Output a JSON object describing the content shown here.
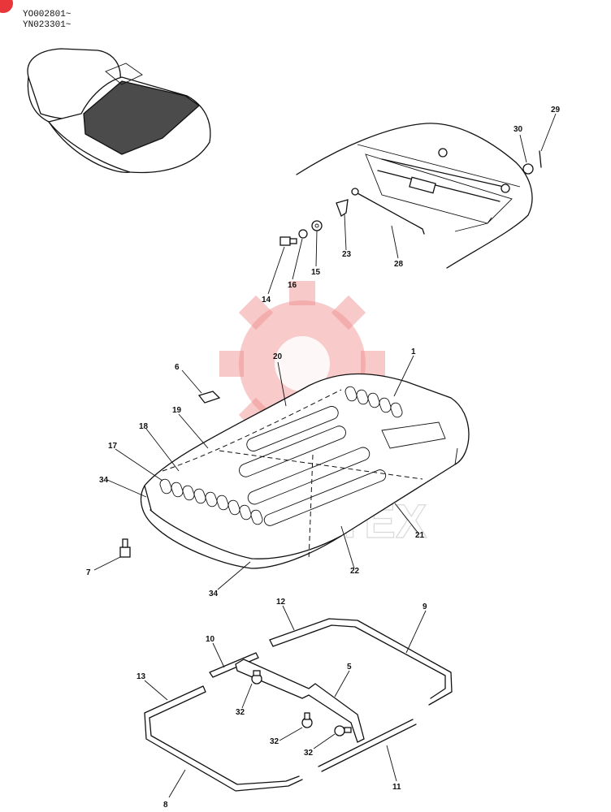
{
  "corner_badge": {
    "text": "",
    "color": "#e8363a"
  },
  "serial_ranges": [
    "YO002801~",
    "YN023301~"
  ],
  "watermark": {
    "text": "WHITEX",
    "color": "#f08a8a",
    "icon": "gear-logo"
  },
  "callouts": [
    {
      "id": "c1",
      "label": "1"
    },
    {
      "id": "c5",
      "label": "5"
    },
    {
      "id": "c6",
      "label": "6"
    },
    {
      "id": "c7",
      "label": "7"
    },
    {
      "id": "c8",
      "label": "8"
    },
    {
      "id": "c9",
      "label": "9"
    },
    {
      "id": "c10",
      "label": "10"
    },
    {
      "id": "c11",
      "label": "11"
    },
    {
      "id": "c12",
      "label": "12"
    },
    {
      "id": "c13",
      "label": "13"
    },
    {
      "id": "c14",
      "label": "14"
    },
    {
      "id": "c15",
      "label": "15"
    },
    {
      "id": "c16",
      "label": "16"
    },
    {
      "id": "c17",
      "label": "17"
    },
    {
      "id": "c18",
      "label": "18"
    },
    {
      "id": "c19",
      "label": "19"
    },
    {
      "id": "c20",
      "label": "20"
    },
    {
      "id": "c21",
      "label": "21"
    },
    {
      "id": "c22",
      "label": "22"
    },
    {
      "id": "c23",
      "label": "23"
    },
    {
      "id": "c28",
      "label": "28"
    },
    {
      "id": "c29",
      "label": "29"
    },
    {
      "id": "c30",
      "label": "30"
    },
    {
      "id": "c32a",
      "label": "32"
    },
    {
      "id": "c32b",
      "label": "32"
    },
    {
      "id": "c32c",
      "label": "32"
    },
    {
      "id": "c34a",
      "label": "34"
    },
    {
      "id": "c34b",
      "label": "34"
    }
  ]
}
